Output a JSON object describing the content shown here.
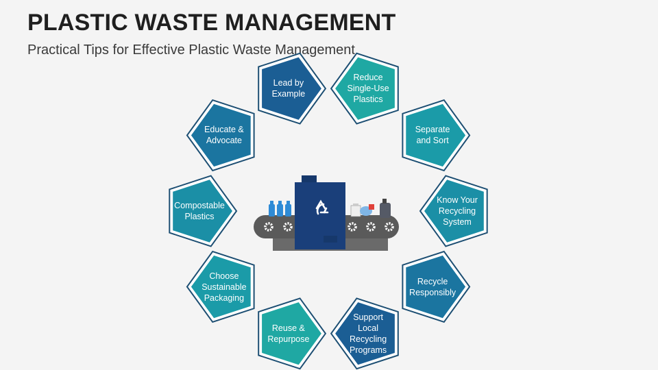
{
  "title": "PLASTIC WASTE MANAGEMENT",
  "subtitle": "Practical Tips for Effective Plastic Waste Management",
  "colors": {
    "dark_blue": "#1b5e94",
    "teal": "#1fa8a3",
    "mid_teal": "#1b8fa6",
    "outline": "#1d4f73",
    "conveyor": "#5a5a5a",
    "machine": "#1a3f7a"
  },
  "tips": [
    {
      "label": "Lead by\nExample",
      "color": "#1b5e94"
    },
    {
      "label": "Reduce\nSingle-Use\nPlastics",
      "color": "#1fa8a3"
    },
    {
      "label": "Separate\nand Sort",
      "color": "#1b9ba8"
    },
    {
      "label": "Know Your\nRecycling\nSystem",
      "color": "#1b8fa6"
    },
    {
      "label": "Recycle\nResponsibly",
      "color": "#1b75a0"
    },
    {
      "label": "Support\nLocal\nRecycling\nPrograms",
      "color": "#1b5e94"
    },
    {
      "label": "Reuse &\nRepurpose",
      "color": "#1fa8a3"
    },
    {
      "label": "Choose\nSustainable\nPackaging",
      "color": "#1b9ba8"
    },
    {
      "label": "Compostable\nPlastics",
      "color": "#1b8fa6"
    },
    {
      "label": "Educate &\nAdvocate",
      "color": "#1b75a0"
    }
  ],
  "icons": {
    "center": "recycling-conveyor-icon",
    "recycle": "recycle-symbol-icon"
  }
}
